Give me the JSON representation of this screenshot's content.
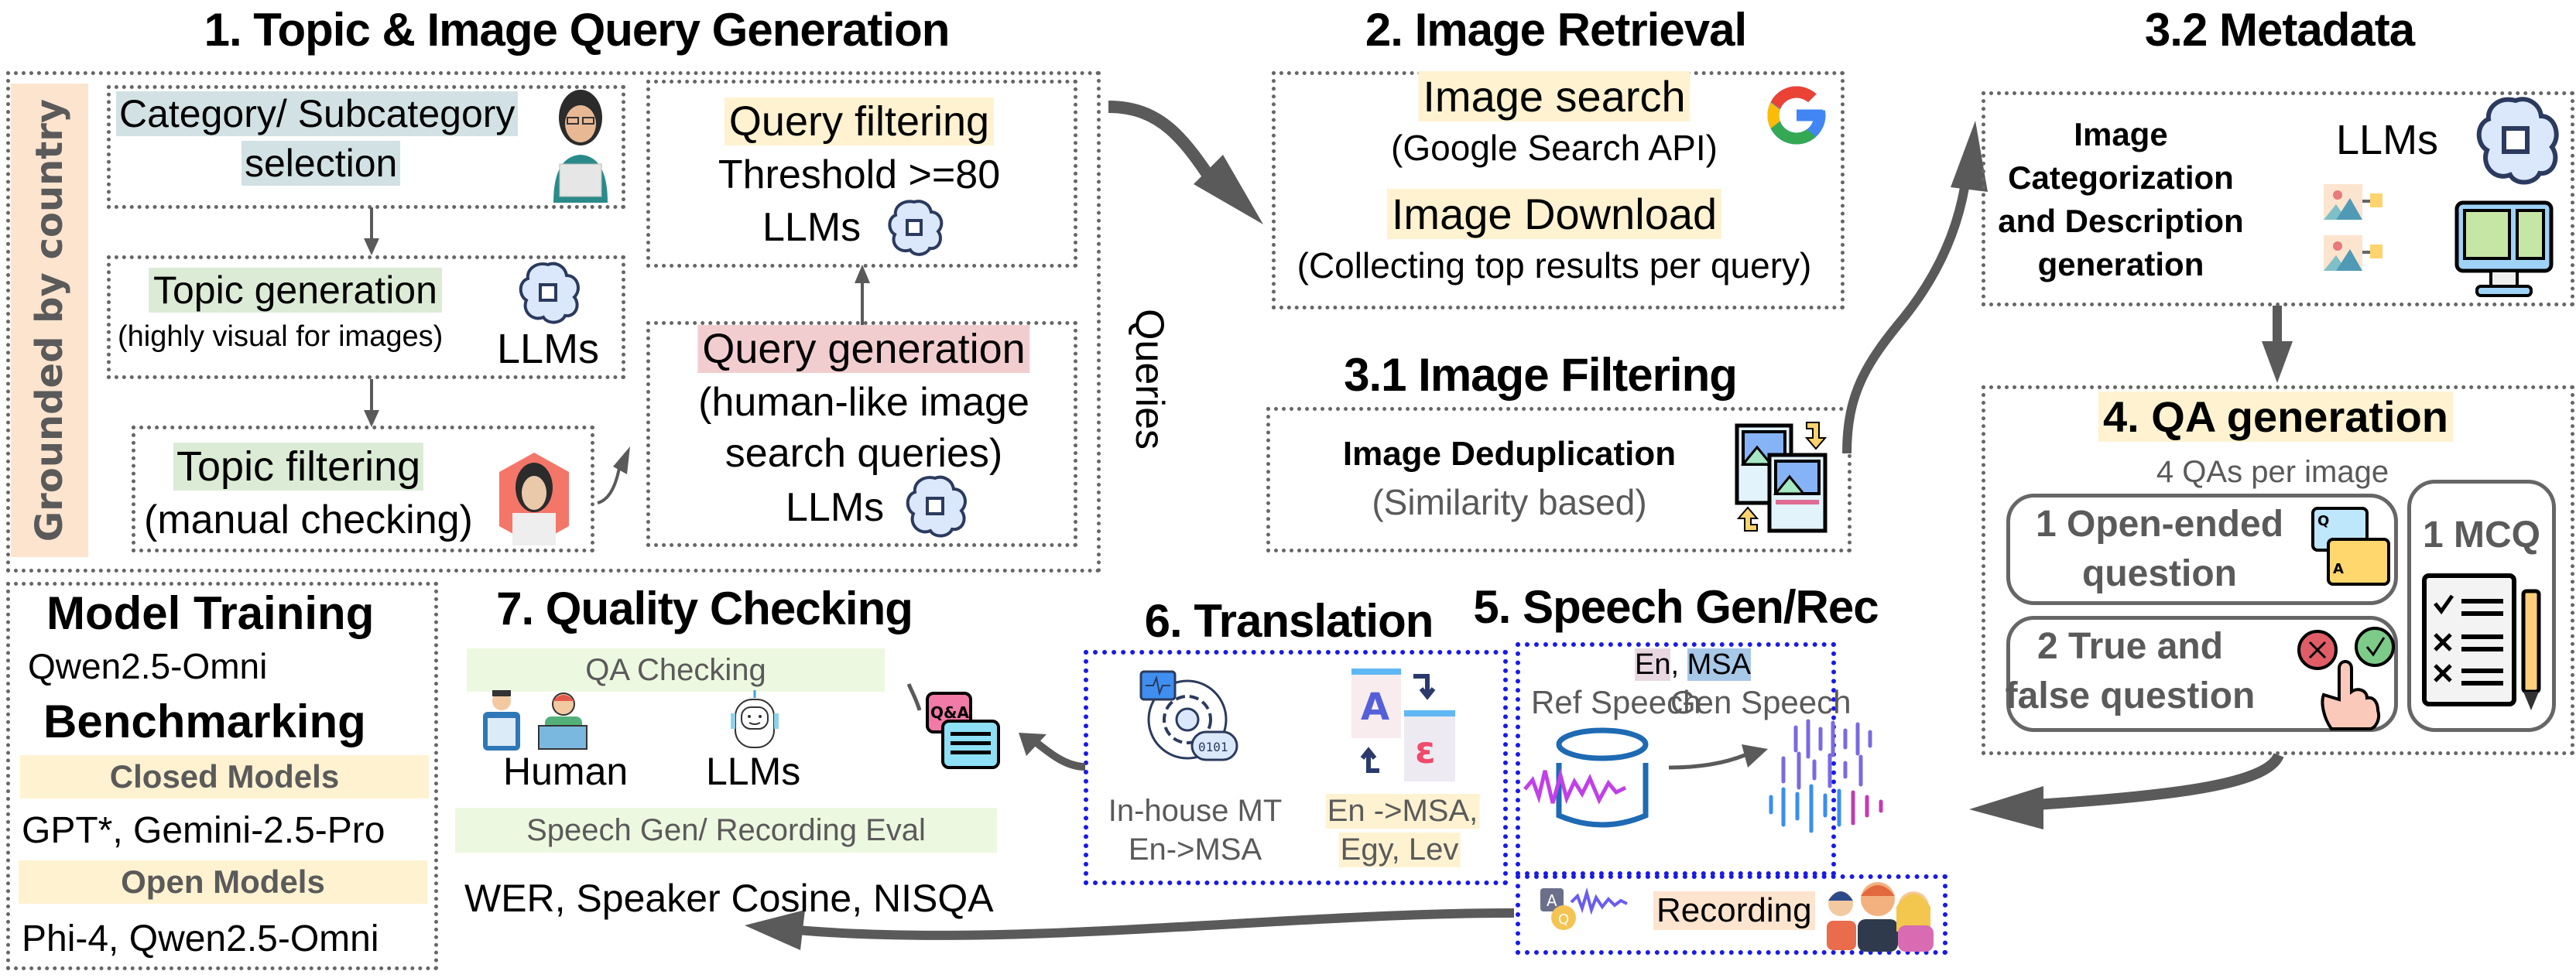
{
  "section1": {
    "title": "1. Topic & Image Query Generation",
    "side_label": "Grounded by country",
    "category": {
      "line1": "Category/ Subcategory",
      "line2": "selection"
    },
    "topic_gen": {
      "label": "Topic generation",
      "sub": "(highly visual for images)",
      "tool": "LLMs"
    },
    "topic_filter": {
      "label": "Topic filtering",
      "sub": "(manual checking)"
    },
    "query_filter": {
      "label": "Query filtering",
      "sub": "Threshold >=80",
      "tool": "LLMs"
    },
    "query_gen": {
      "label": "Query generation",
      "sub1": "(human-like image",
      "sub2": "search queries)",
      "tool": "LLMs"
    },
    "queries_label": "Queries"
  },
  "section2": {
    "title": "2. Image Retrieval",
    "search": "Image search",
    "search_sub": "(Google Search API)",
    "download": "Image Download",
    "download_sub": "(Collecting top results per query)"
  },
  "section31": {
    "title": "3.1 Image Filtering",
    "label": "Image Deduplication",
    "sub": "(Similarity based)"
  },
  "section32": {
    "title": "3.2 Metadata",
    "line1": "Image",
    "line2": "Categorization",
    "line3": "and Description",
    "line4": "generation",
    "tool": "LLMs"
  },
  "section4": {
    "title": "4. QA generation",
    "sub": "4 QAs per image",
    "open_ended": {
      "line1": "1 Open-ended",
      "line2": "question"
    },
    "true_false": {
      "line1": "2 True and",
      "line2": "false question"
    },
    "mcq": "1 MCQ"
  },
  "section5": {
    "title": "5. Speech Gen/Rec",
    "lang_en": "En",
    "lang_sep": ",",
    "lang_msa": "MSA",
    "ref_speech": "Ref Speech",
    "gen_speech": "Gen Speech",
    "recording": "Recording"
  },
  "section6": {
    "title": "6. Translation",
    "mt_line1": "In-house MT",
    "mt_line2": "En->MSA",
    "tr_line1": "En ->MSA,",
    "tr_line2": "Egy, Lev"
  },
  "section7": {
    "title": "7. Quality Checking",
    "qa_checking": "QA Checking",
    "human": "Human",
    "llms": "LLMs",
    "qa_badge": "Q&A",
    "speech_eval": "Speech Gen/ Recording Eval",
    "metrics": "WER, Speaker Cosine, NISQA"
  },
  "models": {
    "training_title": "Model Training",
    "training_model": "Qwen2.5-Omni",
    "bench_title": "Benchmarking",
    "closed_label": "Closed Models",
    "closed_models": "GPT*, Gemini-2.5-Pro",
    "open_label": "Open Models",
    "open_models": "Phi-4, Qwen2.5-Omni"
  },
  "colors": {
    "arrow": "#5a5a5a",
    "dotted_border": "#666666",
    "blue_border": "#1a1ae6",
    "highlight_yellow": "#fff2d1",
    "highlight_green": "#dcebd6",
    "highlight_pink": "#f2cdcf",
    "highlight_blue": "#d2e1e3",
    "highlight_peach": "#fde4cf"
  }
}
